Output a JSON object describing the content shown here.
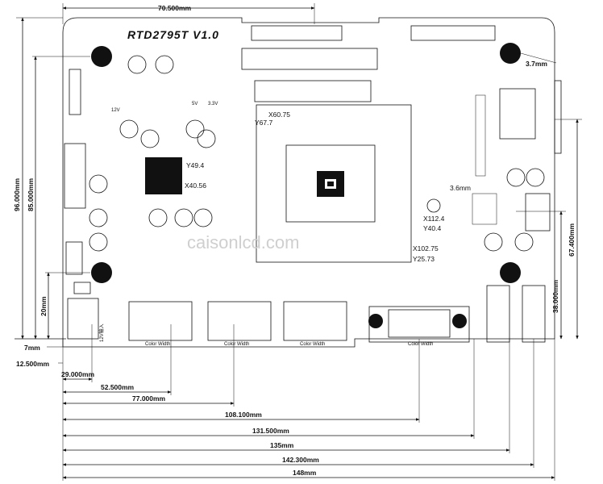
{
  "board": {
    "title": "RTD2795T V1.0",
    "watermark": "caisonlcd.com"
  },
  "top_dimension": "70.500mm",
  "right_dimensions": {
    "hole_offset": "3.7mm",
    "height_a": "67.400mm",
    "height_b": "38.000mm"
  },
  "left_dimensions": {
    "total_height": "96.000mm",
    "height_85": "85.000mm",
    "height_20": "20mm",
    "offset_7": "7mm",
    "offset_12": "12.500mm"
  },
  "bottom_dimensions": [
    "29.000mm",
    "52.500mm",
    "77.000mm",
    "108.100mm",
    "131.500mm",
    "135mm",
    "142.300mm",
    "148mm"
  ],
  "coordinates": {
    "c1": "X60.75",
    "c2": "Y67.7",
    "c3": "Y49.4",
    "c4": "X40.56",
    "c5": "3.6mm",
    "c6": "X112.4",
    "c7": "Y40.4",
    "c8": "X102.75",
    "c9": "Y25.73"
  },
  "connector_labels": {
    "power": "12V输入",
    "con1": "Color Width",
    "con2": "Color Width",
    "con3": "Color Width",
    "vga": "Color Width"
  },
  "silk": {
    "v12": "12V",
    "v5": "5V",
    "v33": "3.3V"
  }
}
